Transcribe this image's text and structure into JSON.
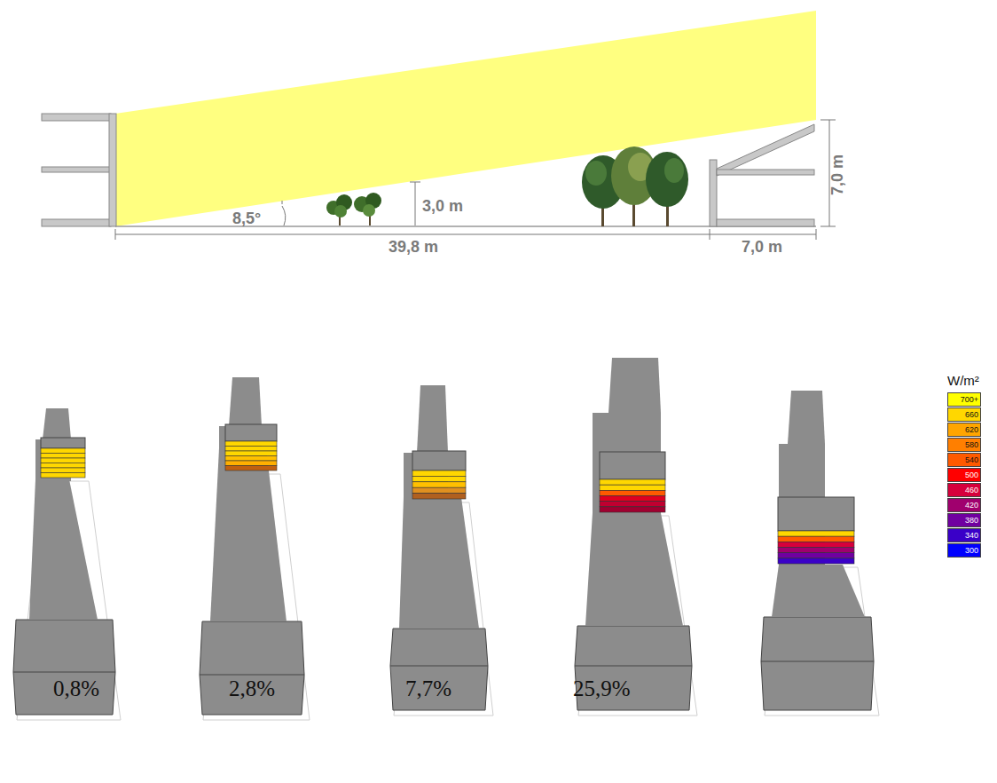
{
  "diagram": {
    "labels": [
      "8,5°",
      "3,0 m",
      "39,8 m",
      "7,0 m",
      "7,0 m",
      "W/m²",
      "0,8%",
      "2,8%",
      "7,7%",
      "25,9%"
    ],
    "legend": [
      {
        "text": "700+",
        "color": "#ffff00"
      },
      {
        "text": "660",
        "color": "#ffd700"
      },
      {
        "text": "620",
        "color": "#ffa500"
      },
      {
        "text": "580",
        "color": "#ff7f00"
      },
      {
        "text": "540",
        "color": "#ff5a00"
      },
      {
        "text": "500",
        "color": "#ff0000"
      },
      {
        "text": "460",
        "color": "#d6003c"
      },
      {
        "text": "420",
        "color": "#a0006e"
      },
      {
        "text": "380",
        "color": "#7000a0"
      },
      {
        "text": "340",
        "color": "#3a00c8"
      },
      {
        "text": "300",
        "color": "#0000ff"
      }
    ]
  }
}
